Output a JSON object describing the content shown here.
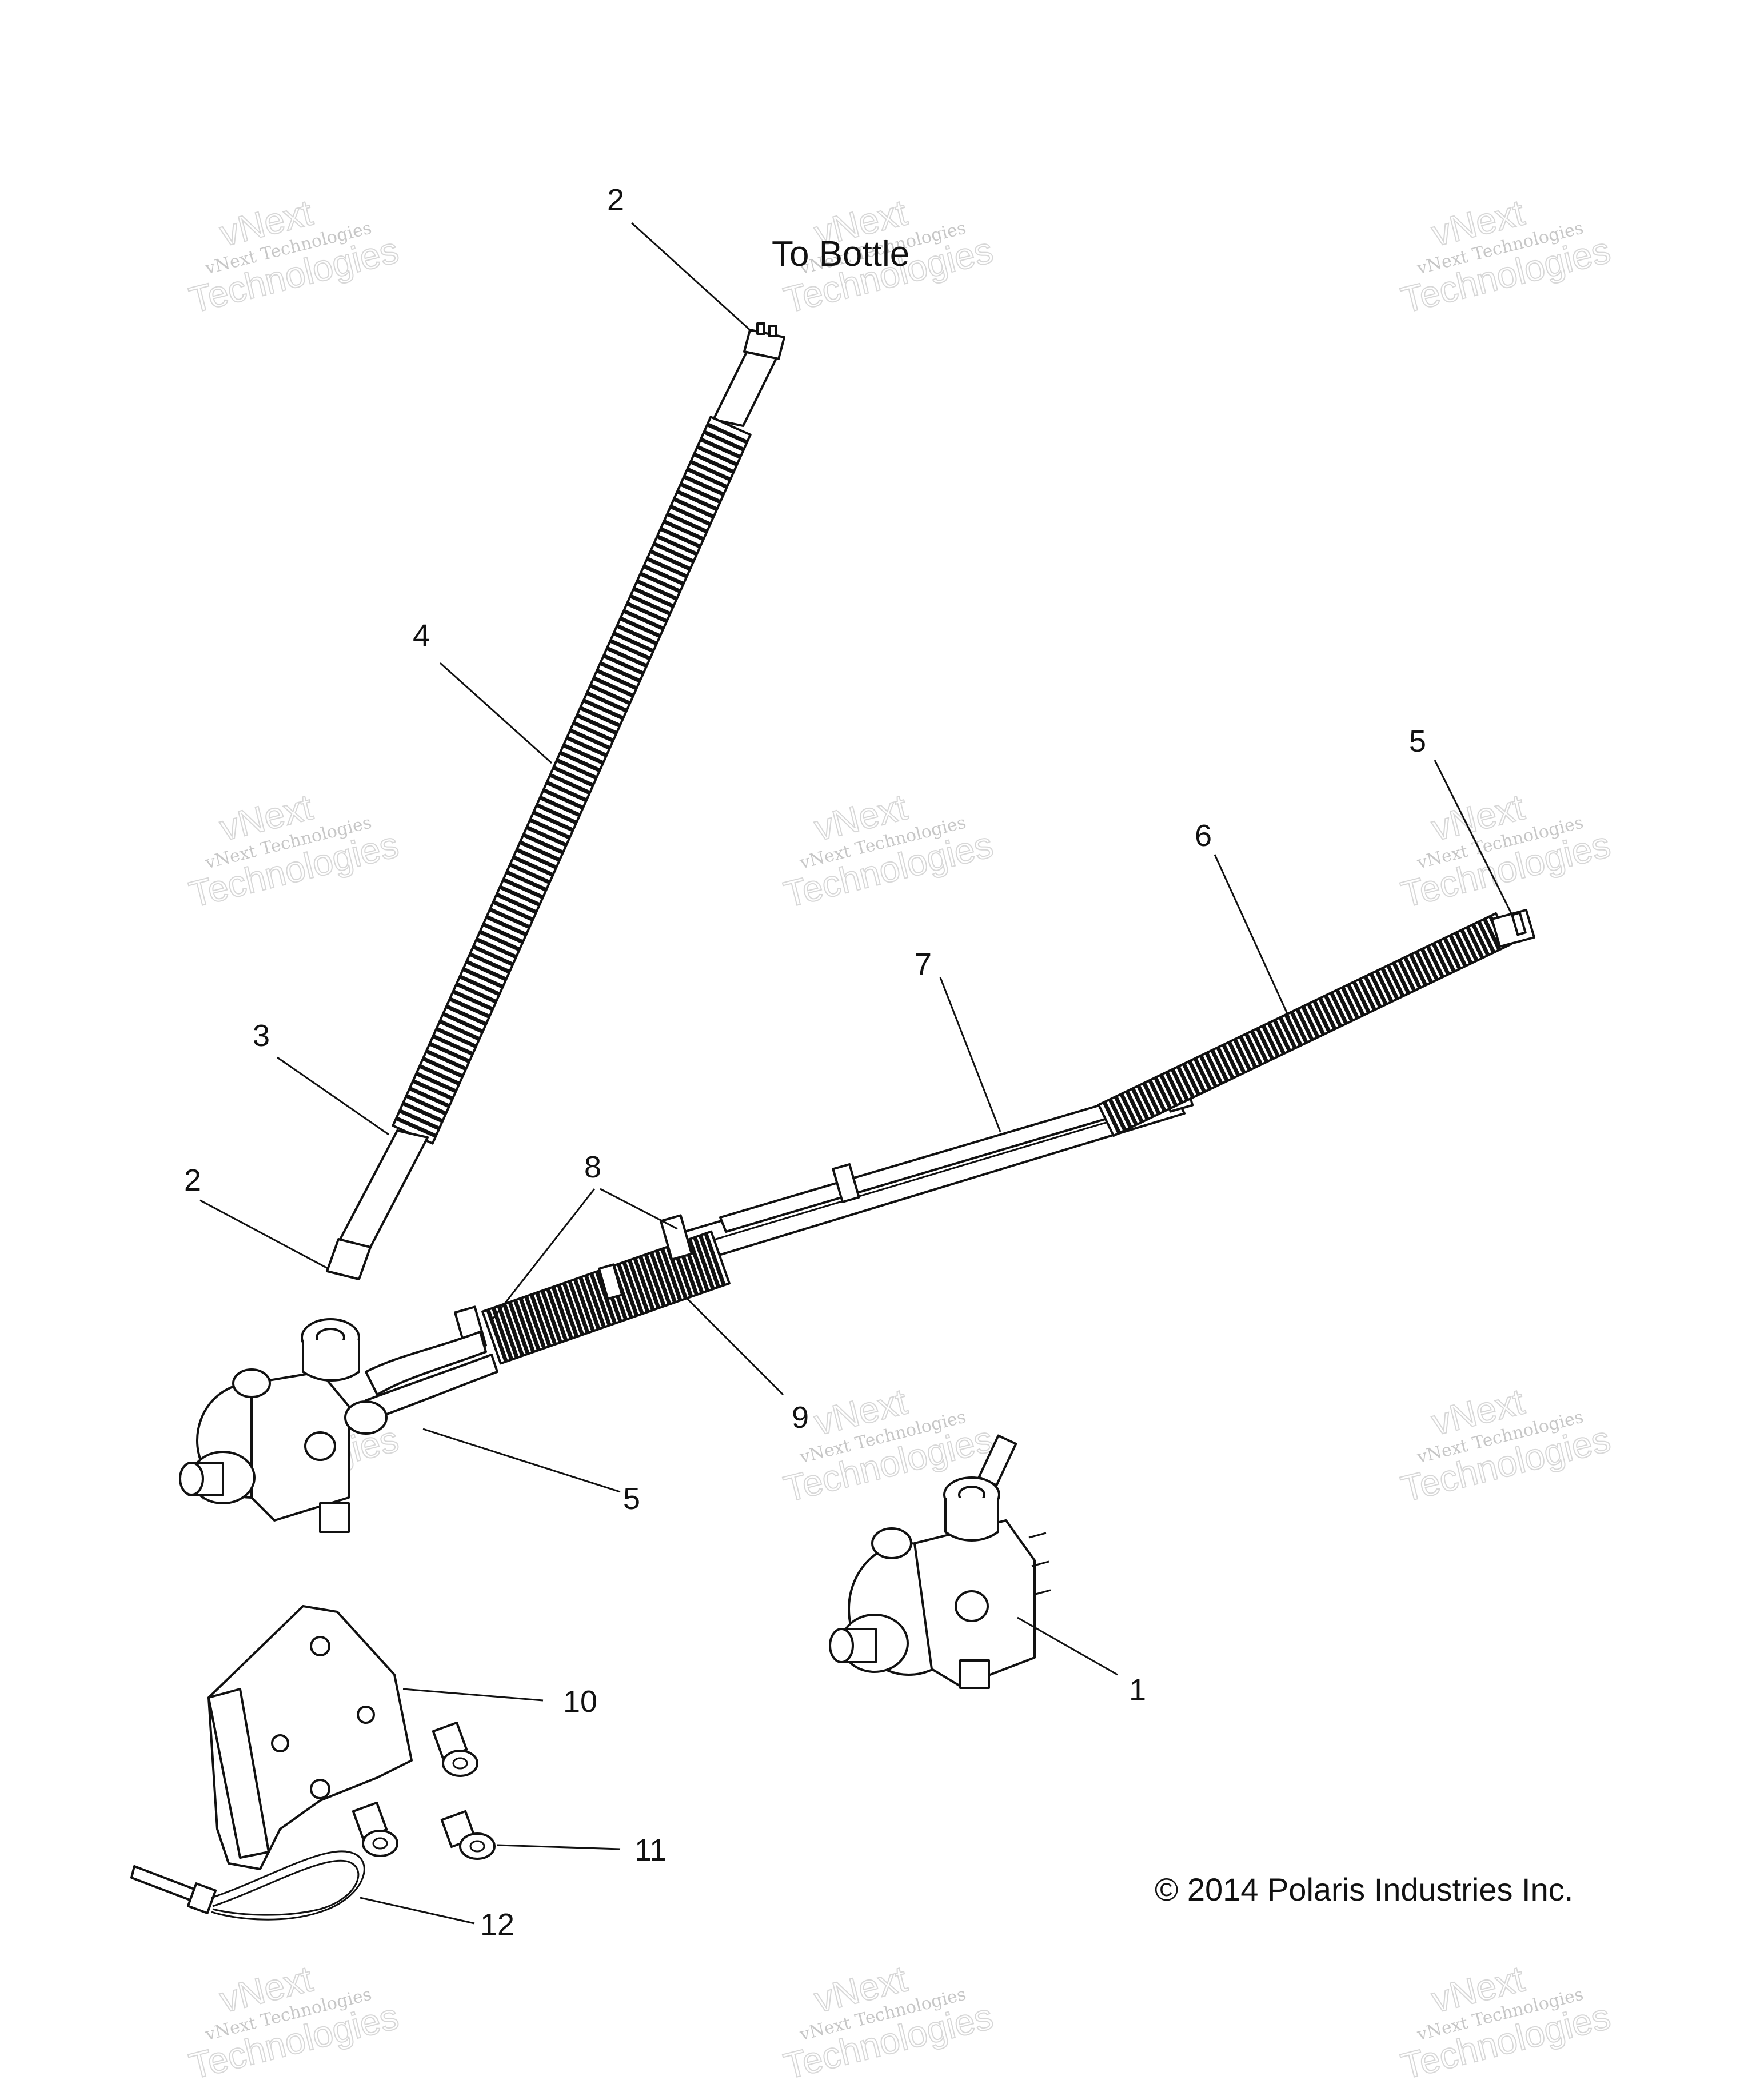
{
  "diagram": {
    "title": "To Bottle",
    "copyright": "© 2014 Polaris Industries Inc.",
    "watermark": {
      "line1": "vNext",
      "line2": "vNext Technologies",
      "line3": "Technologies"
    },
    "callouts": [
      {
        "id": "c2-top",
        "label": "2"
      },
      {
        "id": "c4",
        "label": "4"
      },
      {
        "id": "c3",
        "label": "3"
      },
      {
        "id": "c2-left",
        "label": "2"
      },
      {
        "id": "c8",
        "label": "8"
      },
      {
        "id": "c9",
        "label": "9"
      },
      {
        "id": "c5-mid",
        "label": "5"
      },
      {
        "id": "c7",
        "label": "7"
      },
      {
        "id": "c6",
        "label": "6"
      },
      {
        "id": "c5-right",
        "label": "5"
      },
      {
        "id": "c10",
        "label": "10"
      },
      {
        "id": "c11",
        "label": "11"
      },
      {
        "id": "c12",
        "label": "12"
      },
      {
        "id": "c1",
        "label": "1"
      }
    ]
  }
}
